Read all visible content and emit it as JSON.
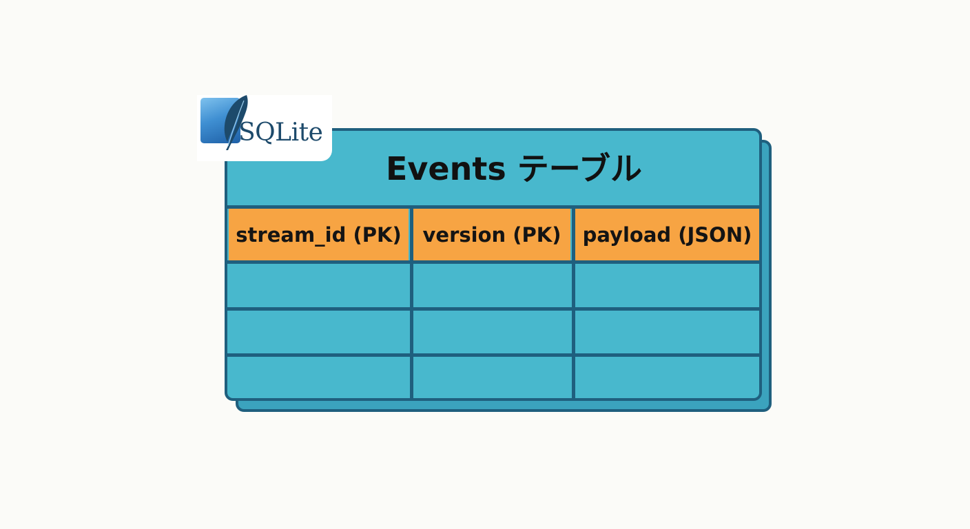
{
  "logo": {
    "text": "SQLite",
    "icon": "feather-icon",
    "square_color": "#3f8fd2",
    "text_color": "#1d4a6b"
  },
  "table": {
    "title": "Events テーブル",
    "columns": [
      {
        "label": "stream_id (PK)"
      },
      {
        "label": "version (PK)"
      },
      {
        "label": "payload (JSON)"
      }
    ],
    "rows": [
      [
        "",
        "",
        ""
      ],
      [
        "",
        "",
        ""
      ],
      [
        "",
        "",
        ""
      ]
    ],
    "colors": {
      "body": "#48b8cd",
      "header": "#f7a443",
      "border": "#1f5f7e",
      "background": "#fbfbf8"
    }
  }
}
